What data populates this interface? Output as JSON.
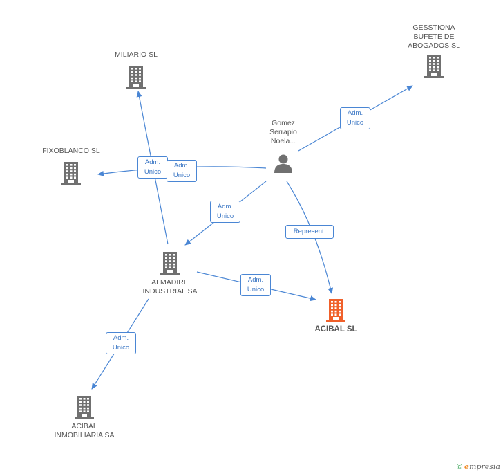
{
  "colors": {
    "edge": "#4a86d4",
    "company": "#707070",
    "focus_company": "#f0602a",
    "person": "#707070"
  },
  "nodes": {
    "gesstiona": {
      "label": "GESSTIONA\nBUFETE DE\nABOGADOS  SL",
      "icon": "building-icon"
    },
    "miliario": {
      "label": "MILIARIO SL",
      "icon": "building-icon"
    },
    "fixoblanco": {
      "label": "FIXOBLANCO SL",
      "icon": "building-icon"
    },
    "gomez": {
      "label": "Gomez\nSerrapio\nNoela...",
      "icon": "person-icon"
    },
    "almadire": {
      "label": "ALMADIRE\nINDUSTRIAL SA",
      "icon": "building-icon"
    },
    "acibal": {
      "label": "ACIBAL SL",
      "icon": "building-icon"
    },
    "acibal_inmo": {
      "label": "ACIBAL\nINMOBILIARIA SA",
      "icon": "building-icon"
    }
  },
  "edges": [
    {
      "id": "gomez-gesstiona",
      "label": "Adm.\nUnico"
    },
    {
      "id": "almadire-miliario",
      "label": "Adm.\nUnico"
    },
    {
      "id": "gomez-fixoblanco",
      "label": "Adm.\nUnico"
    },
    {
      "id": "gomez-almadire",
      "label": "Adm.\nUnico"
    },
    {
      "id": "gomez-acibal",
      "label": "Represent."
    },
    {
      "id": "almadire-acibal",
      "label": "Adm.\nUnico"
    },
    {
      "id": "almadire-acibal_inmo",
      "label": "Adm.\nUnico"
    }
  ],
  "footer": {
    "copyright": "©",
    "brand_initial": "e",
    "brand_rest": "mpresia"
  }
}
